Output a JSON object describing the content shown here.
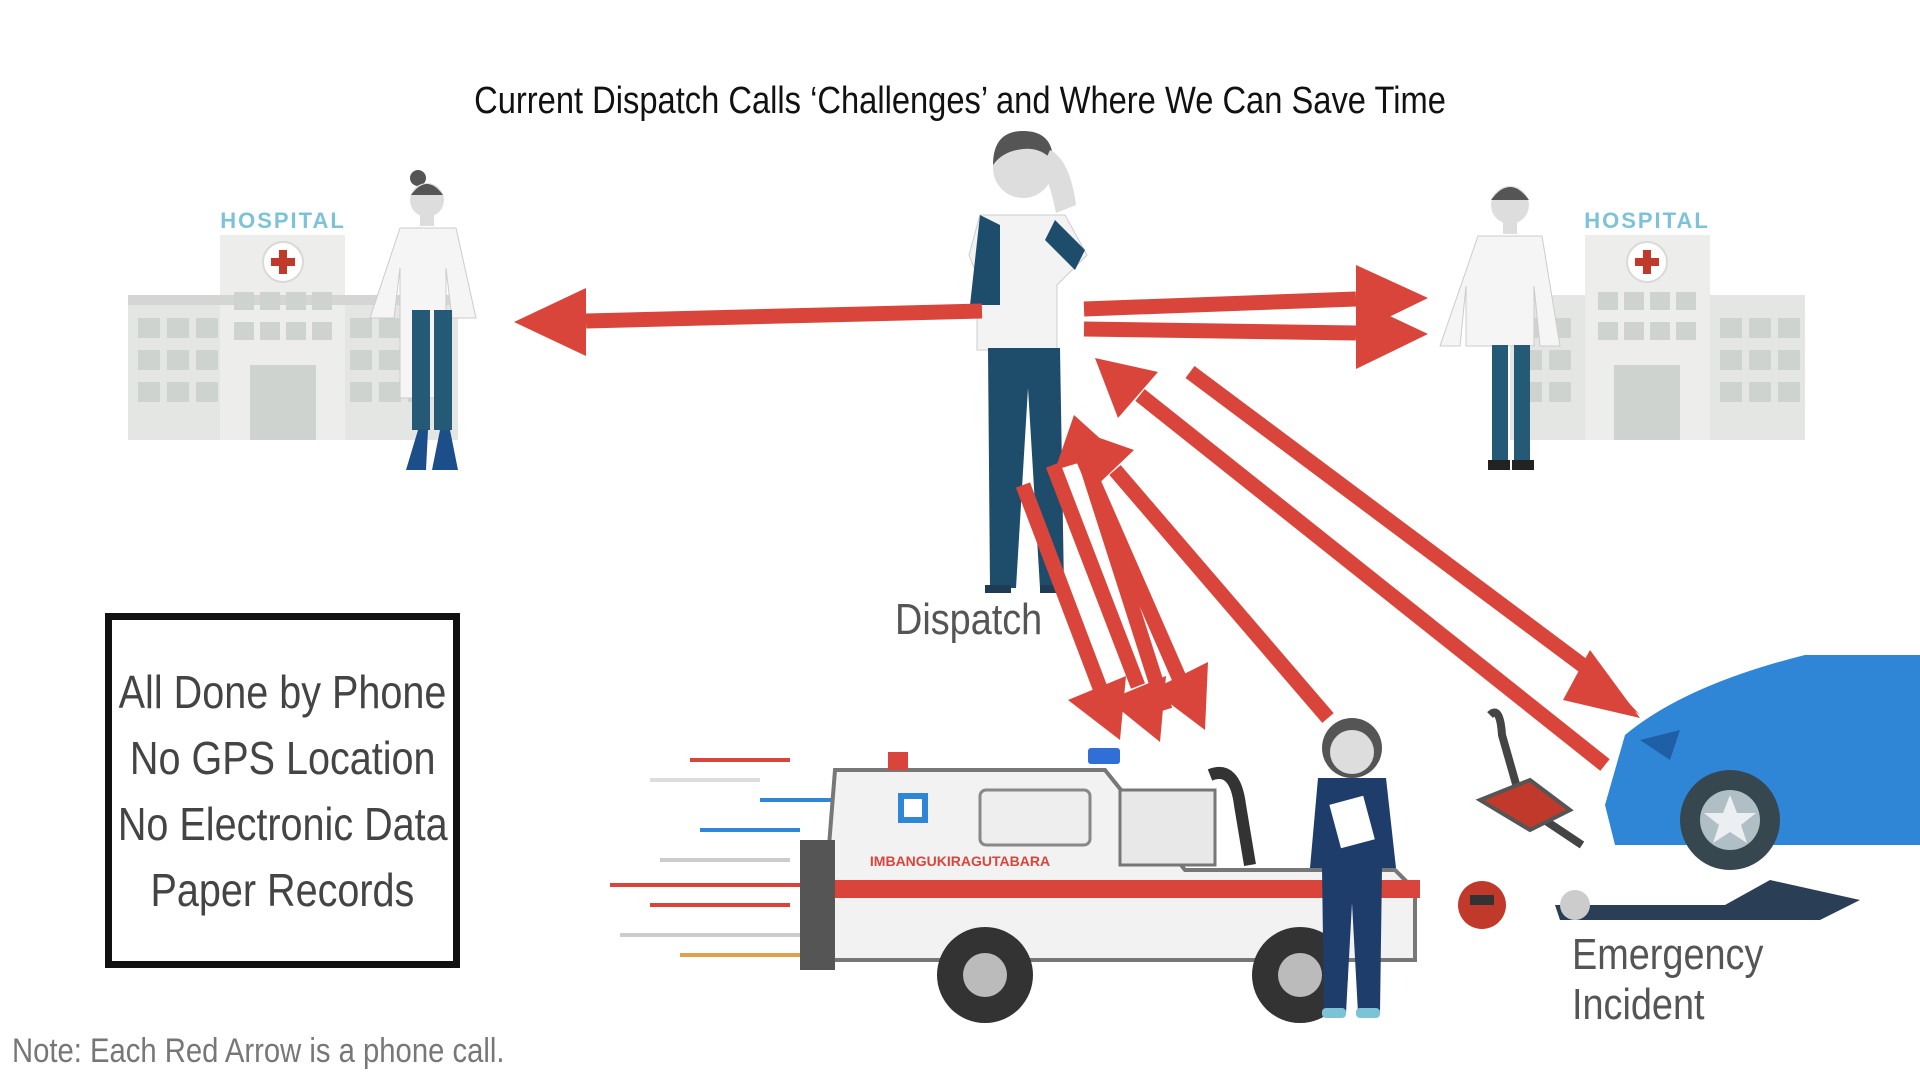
{
  "title": "Current Dispatch Calls ‘Challenges’ and Where We Can Save Time",
  "labels": {
    "dispatch": "Dispatch",
    "incident": "Emergency Incident",
    "hospital_sign_left": "HOSPITAL",
    "hospital_sign_right": "HOSPITAL",
    "ambulance_text": "IMBANGUKIRAGUTABARA"
  },
  "challenges": [
    "All Done by Phone",
    "No GPS Location",
    "No Electronic Data",
    "Paper Records"
  ],
  "footnote": "Note: Each Red Arrow is a phone call.",
  "colors": {
    "arrow": "#d9453b",
    "hospital_sign": "#7dc3d8",
    "car": "#2f86d6",
    "uniform": "#1e4d6b"
  }
}
